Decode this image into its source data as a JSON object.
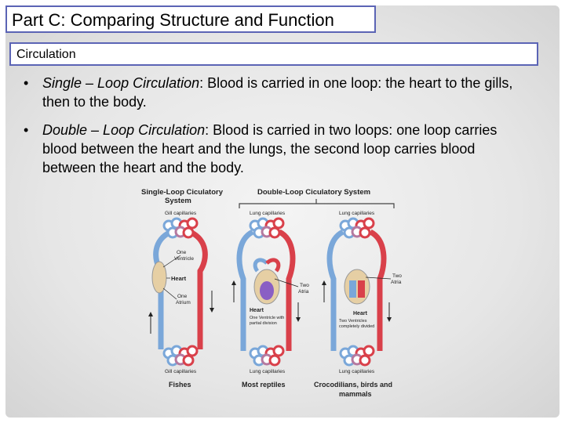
{
  "title": "Part C:  Comparing Structure and Function",
  "section": "Circulation",
  "bullets": [
    {
      "term": "Single – Loop Circulation",
      "text": ":  Blood is carried in one loop: the heart to the gills, then to the body."
    },
    {
      "term": "Double – Loop Circulation",
      "text": ":  Blood is carried in two loops:  one loop carries blood between the heart and the lungs, the second loop carries blood between the heart and the body."
    }
  ],
  "bullet_glyph": "•",
  "figure": {
    "heading_single_1": "Single-Loop Ciculatory",
    "heading_single_2": "System",
    "heading_double": "Double-Loop Ciculatory System",
    "fish": {
      "top_capillaries": "Gill capillaries",
      "one_ventricle_1": "One",
      "one_ventricle_2": "Ventricle",
      "heart": "Heart",
      "one_atrium_1": "One",
      "one_atrium_2": "Atrium",
      "bottom_capillaries": "Gill capillaries",
      "caption": "Fishes"
    },
    "reptile": {
      "top_capillaries": "Lung capillaries",
      "two_atria_1": "Two",
      "two_atria_2": "Atria",
      "heart": "Heart",
      "ventricle_1": "One Ventricle with",
      "ventricle_2": "partial division",
      "bottom_capillaries": "Lung capillaries",
      "caption": "Most reptiles"
    },
    "croc": {
      "top_capillaries": "Lung capillaries",
      "two_atria_1": "Two",
      "two_atria_2": "Atria",
      "heart": "Heart",
      "ventricle_1": "Two Ventricles",
      "ventricle_2": "completely divided",
      "bottom_capillaries": "Lung capillaries",
      "caption_1": "Crocodilians, birds and",
      "caption_2": "mammals"
    },
    "colors": {
      "oxygenated": "#d9404a",
      "deoxygenated": "#7aa7d9",
      "heart_tissue": "#e6cfa4",
      "mixed": "#8a5fc4"
    }
  }
}
